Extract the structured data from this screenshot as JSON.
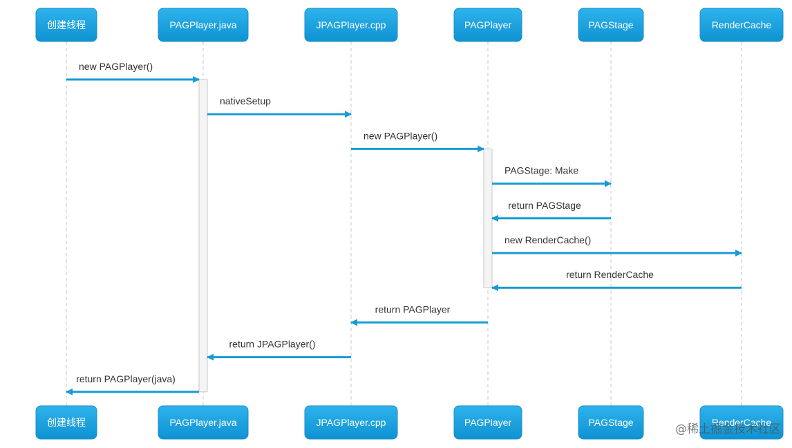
{
  "participants": [
    {
      "id": "p0",
      "label": "创建线程"
    },
    {
      "id": "p1",
      "label": "PAGPlayer.java"
    },
    {
      "id": "p2",
      "label": "JPAGPlayer.cpp"
    },
    {
      "id": "p3",
      "label": "PAGPlayer"
    },
    {
      "id": "p4",
      "label": "PAGStage"
    },
    {
      "id": "p5",
      "label": "RenderCache"
    }
  ],
  "messages": [
    {
      "from": 0,
      "to": 1,
      "label": "new PAGPlayer()",
      "kind": "call"
    },
    {
      "from": 1,
      "to": 2,
      "label": "nativeSetup",
      "kind": "call"
    },
    {
      "from": 2,
      "to": 3,
      "label": "new PAGPlayer()",
      "kind": "call"
    },
    {
      "from": 3,
      "to": 4,
      "label": "PAGStage: Make",
      "kind": "call"
    },
    {
      "from": 4,
      "to": 3,
      "label": "return PAGStage",
      "kind": "return"
    },
    {
      "from": 3,
      "to": 5,
      "label": "new RenderCache()",
      "kind": "call"
    },
    {
      "from": 5,
      "to": 3,
      "label": "return RenderCache",
      "kind": "return"
    },
    {
      "from": 3,
      "to": 2,
      "label": "return PAGPlayer",
      "kind": "return"
    },
    {
      "from": 2,
      "to": 1,
      "label": "return JPAGPlayer()",
      "kind": "return"
    },
    {
      "from": 1,
      "to": 0,
      "label": "return PAGPlayer(java)",
      "kind": "return"
    }
  ],
  "activations": [
    {
      "participant": 1,
      "from_message": 0,
      "to_message": 9
    },
    {
      "participant": 3,
      "from_message": 2,
      "to_message": 6
    }
  ],
  "colors": {
    "participant_fill_top": "#2fb3ec",
    "participant_fill_bottom": "#0e92d2",
    "arrow": "#169bd5",
    "lifeline": "#c8c8c8"
  },
  "watermark": "@稀土掘金技术社区"
}
